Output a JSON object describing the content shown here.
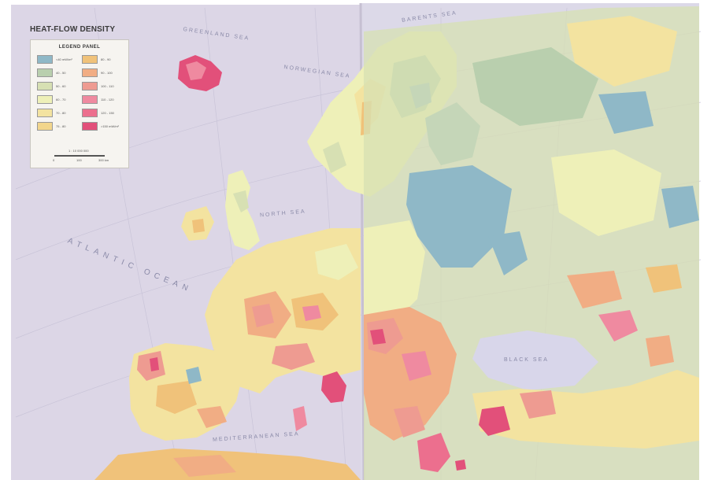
{
  "map": {
    "title": "HEAT-FLOW DENSITY",
    "legend": {
      "title": "LEGEND PANEL",
      "items": [
        {
          "label": "<40 mW/m²",
          "color": "#8fb8c7"
        },
        {
          "label": "80 - 90",
          "color": "#f0c27a"
        },
        {
          "label": "40 - 50",
          "color": "#b9cfae"
        },
        {
          "label": "90 - 100",
          "color": "#f1ad84"
        },
        {
          "label": "50 - 60",
          "color": "#d7e0b3"
        },
        {
          "label": "100 - 110",
          "color": "#ee9b91"
        },
        {
          "label": "60 - 70",
          "color": "#eef0b8"
        },
        {
          "label": "110 - 120",
          "color": "#ef8aa0"
        },
        {
          "label": "70 - 80",
          "color": "#f3e3a0"
        },
        {
          "label": "120 - 150",
          "color": "#ec6f8e"
        },
        {
          "label": "75 - 80",
          "color": "#f2d68c"
        },
        {
          "label": ">150 mW/m²",
          "color": "#e2507a"
        }
      ],
      "scale": "1 : 10 000 000",
      "scale_ticks": [
        "0",
        "100",
        "300 km"
      ]
    },
    "sea_labels": {
      "greenland": "GREENLAND SEA",
      "norwegian": "NORWEGIAN SEA",
      "barents": "BARENTS SEA",
      "north": "NORTH SEA",
      "atlantic": "ATLANTIC OCEAN",
      "mediterranean": "MEDITERRANEAN SEA",
      "black": "BLACK SEA"
    }
  }
}
